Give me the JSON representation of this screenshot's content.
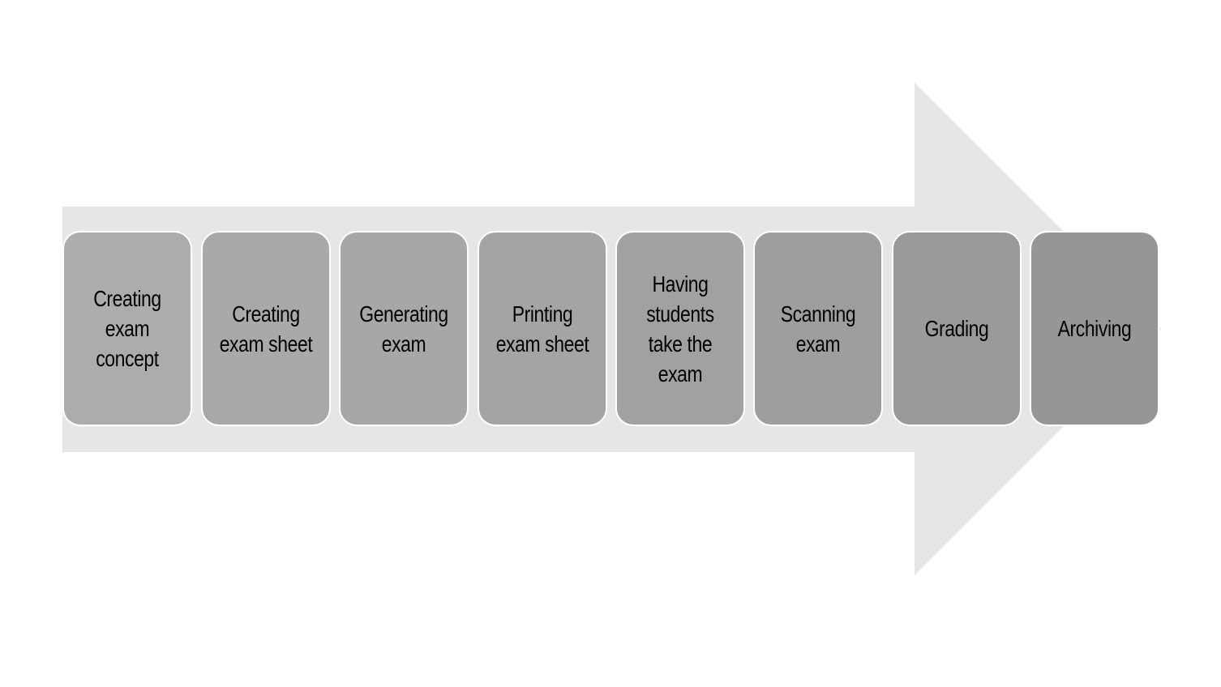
{
  "diagram": {
    "arrow_color": "#e6e6e6",
    "step_border_color": "#ffffff",
    "steps": [
      {
        "label": "Creating exam concept",
        "color": "#acacac"
      },
      {
        "label": "Creating exam sheet",
        "color": "#a9a9a9"
      },
      {
        "label": "Generating exam",
        "color": "#a7a7a7"
      },
      {
        "label": "Printing exam sheet",
        "color": "#a4a4a4"
      },
      {
        "label": "Having students take the exam",
        "color": "#a1a1a1"
      },
      {
        "label": "Scanning exam",
        "color": "#9e9e9e"
      },
      {
        "label": "Grading",
        "color": "#9a9a9a"
      },
      {
        "label": "Archiving",
        "color": "#969696"
      }
    ]
  }
}
